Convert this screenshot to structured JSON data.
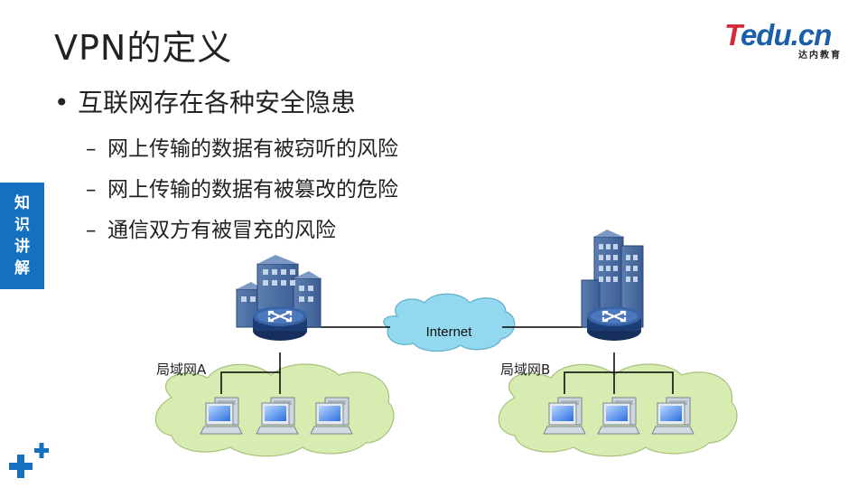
{
  "title": "VPN的定义",
  "logo": {
    "text_main": "edu.cn",
    "text_t": "T",
    "text_sub": "达内教育"
  },
  "side_tab": {
    "chars": [
      "知",
      "识",
      "讲",
      "解"
    ]
  },
  "bullet": {
    "symbol": "•",
    "text": "互联网存在各种安全隐患"
  },
  "sub_items": [
    {
      "dash": "–",
      "text": "网上传输的数据有被窃听的风险"
    },
    {
      "dash": "–",
      "text": "网上传输的数据有被篡改的危险"
    },
    {
      "dash": "–",
      "text": "通信双方有被冒充的风险"
    }
  ],
  "diagram": {
    "internet_label": "Internet",
    "lan_a_label": "局域网A",
    "lan_b_label": "局域网B"
  },
  "colors": {
    "accent": "#1570c0",
    "cloud_internet": "#92d8ee",
    "cloud_lan": "#d6ecb0",
    "router": "#1b3e78"
  }
}
